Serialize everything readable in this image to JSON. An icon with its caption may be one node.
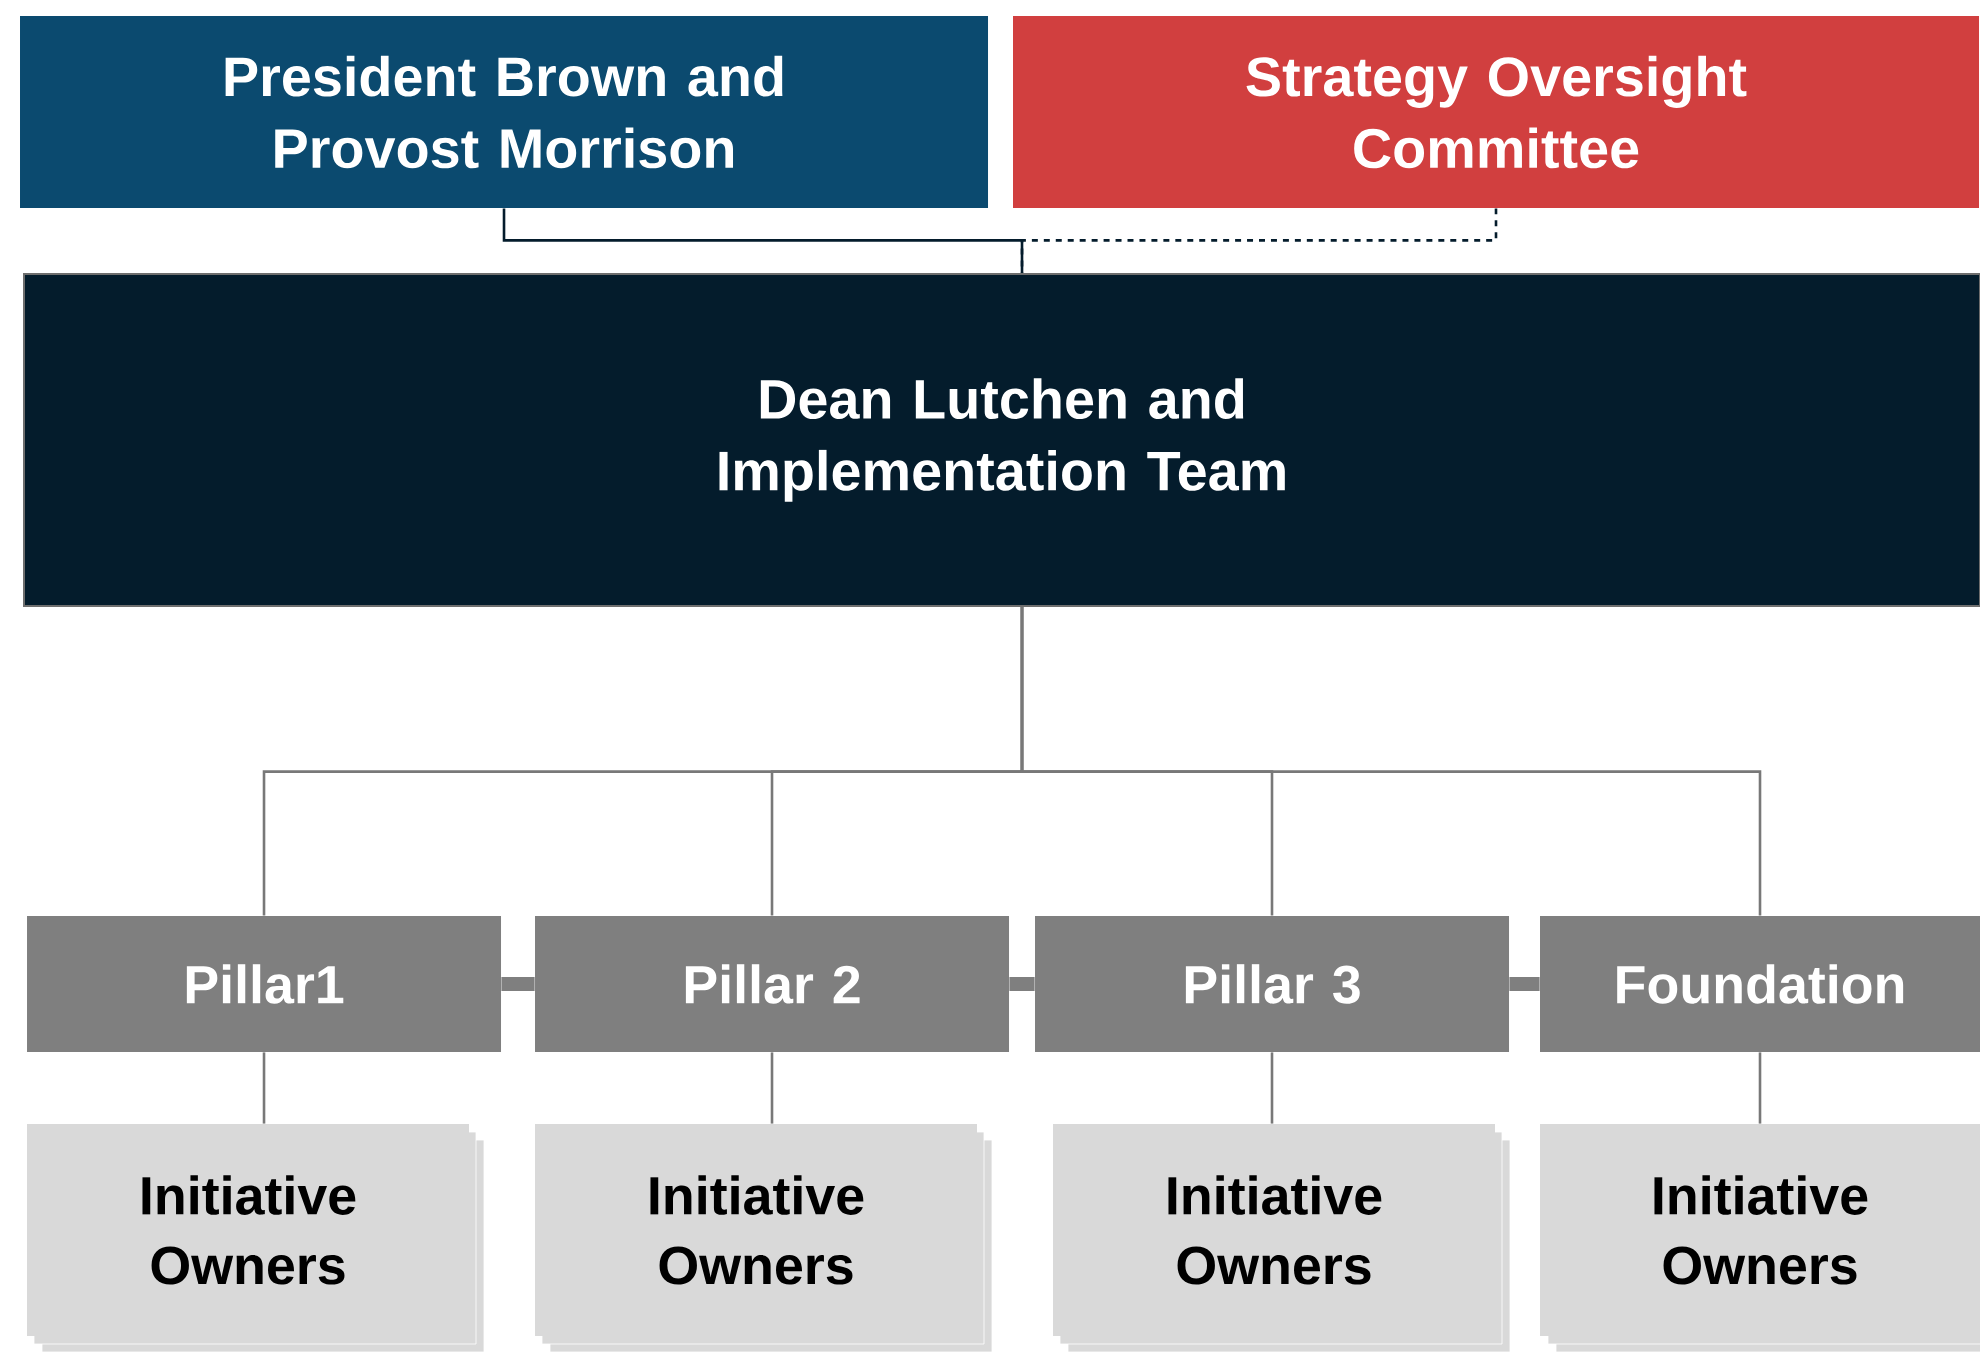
{
  "diagram": {
    "nodes": [
      {
        "text": [
          "President Brown and Provost Morrison"
        ]
      },
      {
        "text": [
          "Strategy Oversight Committee"
        ]
      },
      {
        "text": [
          "Dean Lutchen and Implementation Team"
        ]
      },
      {
        "text": [
          "Pillar1"
        ]
      },
      {
        "text": [
          "Pillar 2"
        ]
      },
      {
        "text": [
          "Pillar 3"
        ]
      },
      {
        "text": [
          "Foundation"
        ]
      },
      {
        "text": [
          "Initiative Owners"
        ]
      },
      {
        "text": [
          "Initiative Owners"
        ]
      },
      {
        "text": [
          "Initiative Owners"
        ]
      },
      {
        "text": [
          "Initiative Owners"
        ]
      }
    ],
    "edges": [
      {
        "from": 0,
        "to": 2,
        "arrow": "none",
        "color": "#041c2c"
      },
      {
        "from": 1,
        "to": 2,
        "arrow": "none",
        "style": "dashed",
        "color": "#041c2c"
      },
      {
        "from": 2,
        "to": 3,
        "arrow": "none"
      },
      {
        "from": 2,
        "to": 4,
        "arrow": "none"
      },
      {
        "from": 2,
        "to": 5,
        "arrow": "none"
      },
      {
        "from": 2,
        "to": 6,
        "arrow": "none"
      },
      {
        "from": 3,
        "to": 4,
        "arrow": "none",
        "style": "thick"
      },
      {
        "from": 4,
        "to": 5,
        "arrow": "none",
        "style": "thick"
      },
      {
        "from": 5,
        "to": 6,
        "arrow": "none",
        "style": "thick"
      },
      {
        "from": 3,
        "to": 7,
        "arrow": "none"
      },
      {
        "from": 4,
        "to": 8,
        "arrow": "none"
      },
      {
        "from": 5,
        "to": 9,
        "arrow": "none"
      },
      {
        "from": 6,
        "to": 10,
        "arrow": "none"
      }
    ]
  }
}
